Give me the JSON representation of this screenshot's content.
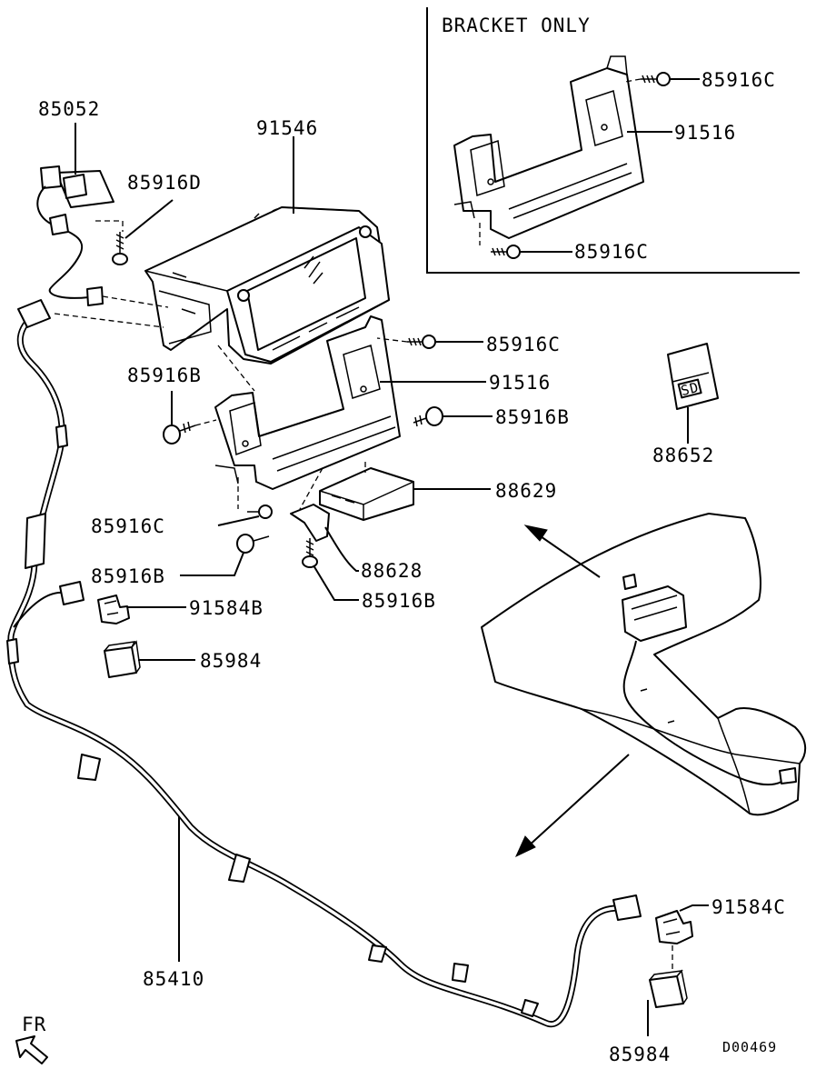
{
  "inset": {
    "title": "BRACKET ONLY"
  },
  "labels": {
    "bracket_screw_upper": "85916C",
    "bracket_only": "91516",
    "bracket_screw_lower": "85916C",
    "gps_antenna": "85052",
    "screw_85916d": "85916D",
    "av_unit": "91546",
    "screw_c_main": "85916C",
    "bracket_main": "91516",
    "screw_b_left": "85916B",
    "screw_b_right": "85916B",
    "sd_card": "88652",
    "module_88629": "88629",
    "screw_c_lower": "85916C",
    "bracket_88628": "88628",
    "screw_b_lower_left": "85916B",
    "screw_b_lower_mid": "85916B",
    "holder_91584b": "91584B",
    "jack_85984_left": "85984",
    "harness": "85410",
    "holder_91584c": "91584C",
    "jack_85984_right": "85984"
  },
  "sd_card_text": "SD",
  "front_marker": "FR",
  "diagram_code": "D00469"
}
